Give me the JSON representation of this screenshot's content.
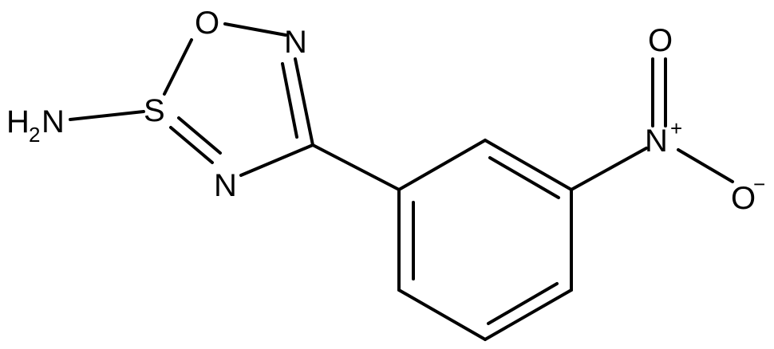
{
  "molecule": {
    "atoms": {
      "o_ring": "O",
      "n_top": "N",
      "s_ring": "S",
      "n_bottom": "N",
      "nh2_h": "H",
      "nh2_sub": "2",
      "nh2_n": "N",
      "no2_n": "N",
      "no2_n_charge": "+",
      "no2_o_top": "O",
      "no2_o_right": "O",
      "no2_o_charge": "−"
    }
  }
}
